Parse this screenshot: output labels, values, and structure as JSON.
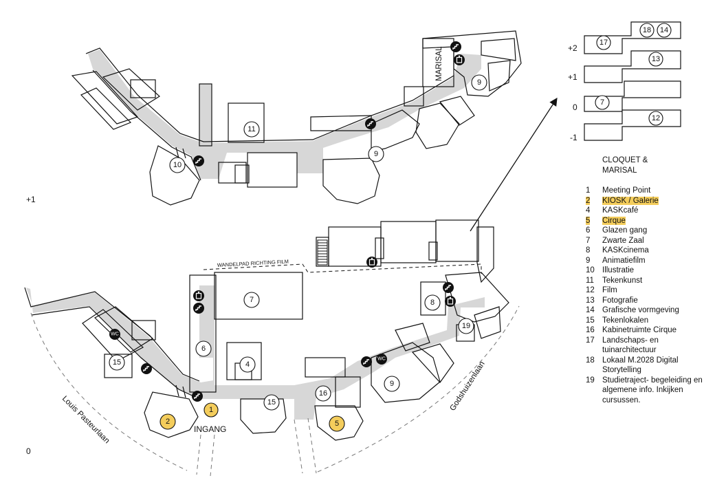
{
  "floor_labels": {
    "upper": "+1",
    "ground": "0"
  },
  "section_levels": [
    "+2",
    "+1",
    "0",
    "-1"
  ],
  "labels": {
    "entrance": "INGANG",
    "walking_path": "WANDELPAD RICHTING FILM",
    "building_marisal": "MARISAL",
    "street_left": "Louis Pasteurlaan",
    "street_right": "Godshuizenlaan"
  },
  "icons": {
    "stairs": "stairs-icon",
    "lift": "lift-icon",
    "wc": "WC"
  },
  "legend": {
    "title_line1": "CLOQUET &",
    "title_line2": "MARISAL",
    "items": [
      {
        "key": "1",
        "label": "Meeting Point",
        "highlight": false
      },
      {
        "key": "2",
        "label": "KIOSK / Galerie",
        "highlight": true
      },
      {
        "key": "4",
        "label": "KASKcafé",
        "highlight": false
      },
      {
        "key": "5",
        "label": "Cirque",
        "highlight": true
      },
      {
        "key": "6",
        "label": "Glazen gang",
        "highlight": false
      },
      {
        "key": "7",
        "label": "Zwarte Zaal",
        "highlight": false
      },
      {
        "key": "8",
        "label": "KASKcinema",
        "highlight": false
      },
      {
        "key": "9",
        "label": "Animatiefilm",
        "highlight": false
      },
      {
        "key": "10",
        "label": "Illustratie",
        "highlight": false
      },
      {
        "key": "11",
        "label": "Tekenkunst",
        "highlight": false
      },
      {
        "key": "12",
        "label": "Film",
        "highlight": false
      },
      {
        "key": "13",
        "label": "Fotografie",
        "highlight": false
      },
      {
        "key": "14",
        "label": "Grafische vormgeving",
        "highlight": false
      },
      {
        "key": "15",
        "label": "Tekenlokalen",
        "highlight": false
      },
      {
        "key": "16",
        "label": "Kabinetruimte Cirque",
        "highlight": false
      },
      {
        "key": "17",
        "label": "Landschaps- en tuinarchitectuur",
        "highlight": false
      },
      {
        "key": "18",
        "label": "Lokaal M.2028 Digital Storytelling",
        "highlight": false
      },
      {
        "key": "19",
        "label": "Studietraject- begeleiding en algemene info. Inkijken cursussen.",
        "highlight": false
      }
    ]
  },
  "room_markers": {
    "upper": [
      "10",
      "11",
      "9",
      "9"
    ],
    "ground": [
      "7",
      "15",
      "6",
      "4",
      "15",
      "1",
      "2",
      "16",
      "5",
      "9",
      "8",
      "19"
    ],
    "section": [
      "17",
      "18",
      "14",
      "13",
      "7",
      "12"
    ]
  },
  "accent_color": "#f4cd5c",
  "corridor_color": "#d7d7d7"
}
